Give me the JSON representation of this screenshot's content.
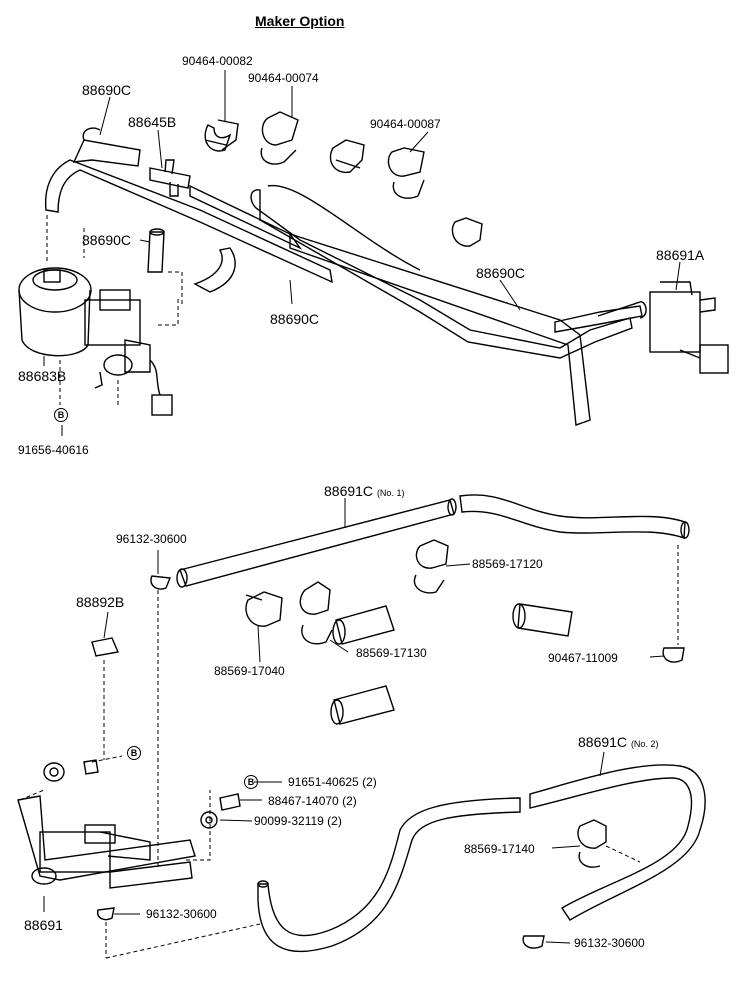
{
  "title": "Maker Option",
  "labels": {
    "p90464_00082": "90464-00082",
    "p90464_00074": "90464-00074",
    "p90464_00087": "90464-00087",
    "p88690C_a": "88690C",
    "p88645B": "88645B",
    "p88690C_b": "88690C",
    "p88690C_c": "88690C",
    "p88690C_d": "88690C",
    "p88691A": "88691A",
    "p88683B": "88683B",
    "p91656_40616": "91656-40616",
    "p88691C_1": "88691C",
    "p88691C_1_note": "(No. 1)",
    "p96132_30600_a": "96132-30600",
    "p88569_17120": "88569-17120",
    "p88892B": "88892B",
    "p88569_17130": "88569-17130",
    "p88569_17040": "88569-17040",
    "p90467_11009": "90467-11009",
    "p88691C_2": "88691C",
    "p88691C_2_note": "(No. 2)",
    "p91651_40625": "91651-40625 (2)",
    "p88467_14070": "88467-14070 (2)",
    "p90099_32119": "90099-32119 (2)",
    "p88569_17140": "88569-17140",
    "p88691": "88691",
    "p96132_30600_b": "96132-30600",
    "p96132_30600_c": "96132-30600"
  },
  "circle_marks": {
    "b_top": "B",
    "b_mid": "B",
    "b_low": "B"
  }
}
